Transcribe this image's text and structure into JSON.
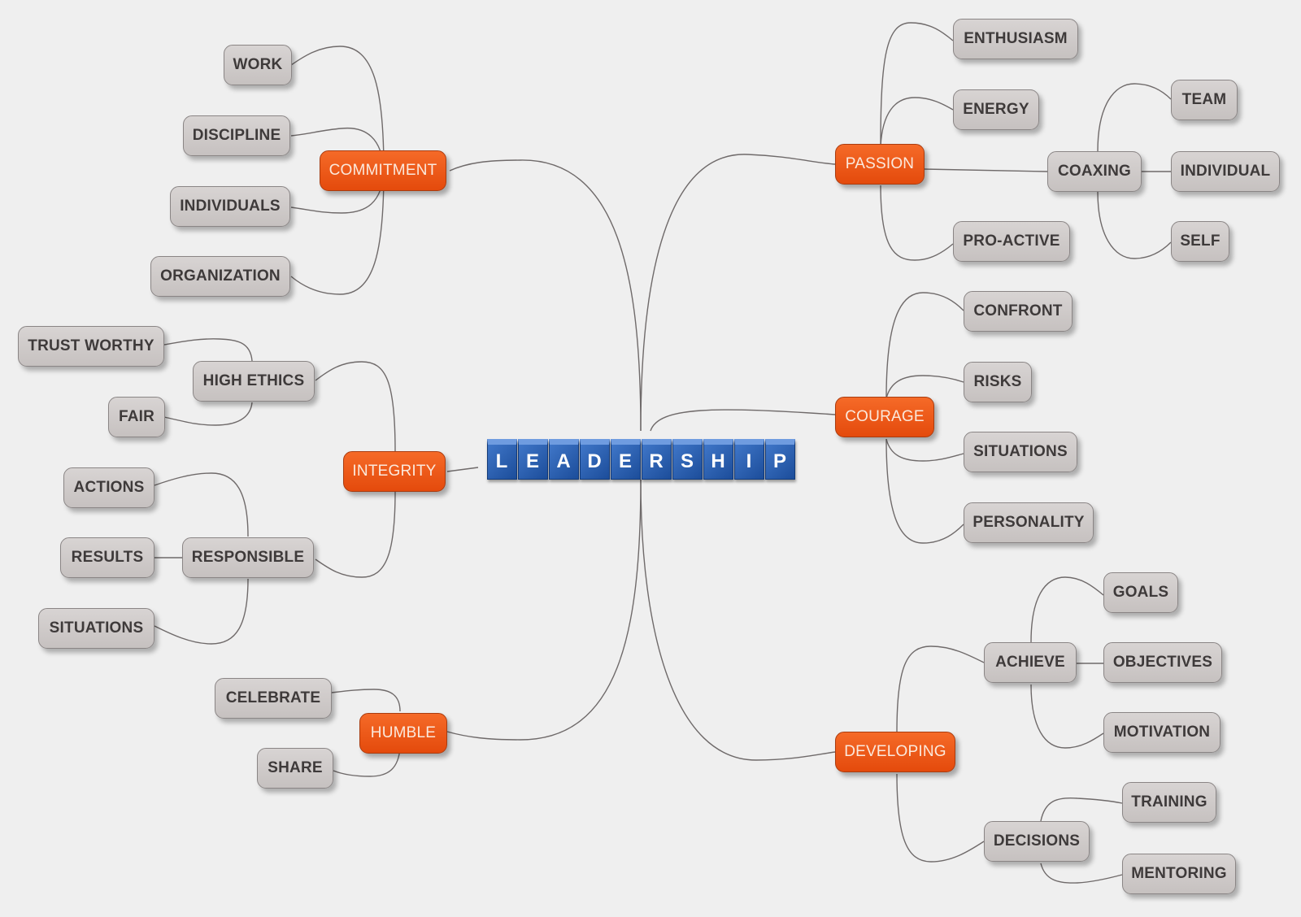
{
  "center": {
    "label": "LEADERSHIP",
    "letters": [
      "L",
      "E",
      "A",
      "D",
      "E",
      "R",
      "S",
      "H",
      "I",
      "P"
    ]
  },
  "colors": {
    "main_fill": "#ee5a1b",
    "leaf_fill": "#cdc9c8",
    "center_fill": "#2a5fae",
    "background": "#efefef",
    "line": "#6f6a6a"
  },
  "nodes": {
    "commitment": "COMMITMENT",
    "work": "WORK",
    "discipline": "DISCIPLINE",
    "individuals": "INDIVIDUALS",
    "organization": "ORGANIZATION",
    "integrity": "INTEGRITY",
    "high_ethics": "HIGH ETHICS",
    "trust_worthy": "TRUST WORTHY",
    "fair": "FAIR",
    "responsible": "RESPONSIBLE",
    "actions": "ACTIONS",
    "results": "RESULTS",
    "situations_left": "SITUATIONS",
    "humble": "HUMBLE",
    "celebrate": "CELEBRATE",
    "share": "SHARE",
    "passion": "PASSION",
    "enthusiasm": "ENTHUSIASM",
    "energy": "ENERGY",
    "coaxing": "COAXING",
    "team": "TEAM",
    "individual": "INDIVIDUAL",
    "self": "SELF",
    "pro_active": "PRO-ACTIVE",
    "courage": "COURAGE",
    "confront": "CONFRONT",
    "risks": "RISKS",
    "situations_right": "SITUATIONS",
    "personality": "PERSONALITY",
    "developing": "DEVELOPING",
    "achieve": "ACHIEVE",
    "goals": "GOALS",
    "objectives": "OBJECTIVES",
    "motivation": "MOTIVATION",
    "decisions": "DECISIONS",
    "training": "TRAINING",
    "mentoring": "MENTORING"
  }
}
